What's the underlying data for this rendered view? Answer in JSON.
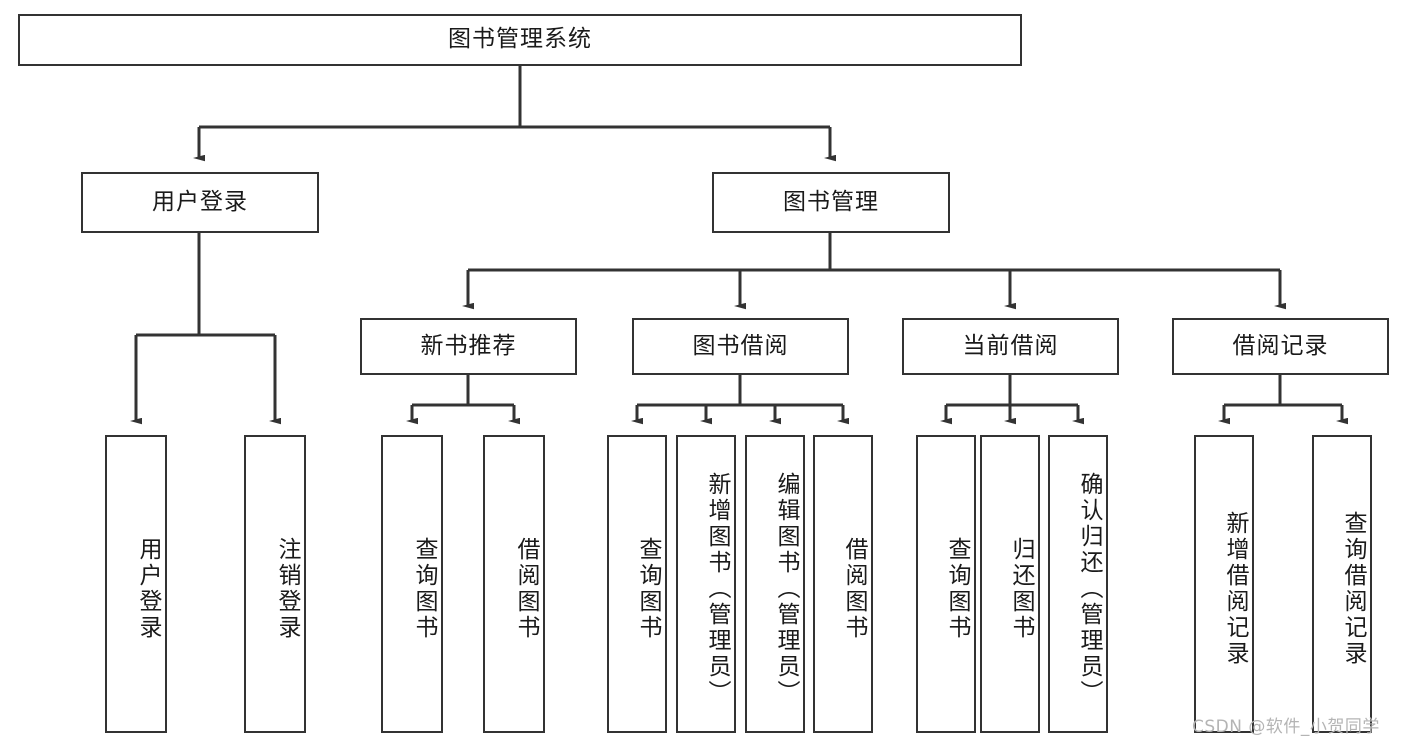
{
  "diagram": {
    "title": "图书管理系统",
    "watermark": "CSDN @软件_小贺同学",
    "root": {
      "label": "图书管理系统"
    },
    "level2": [
      {
        "label": "用户登录"
      },
      {
        "label": "图书管理"
      }
    ],
    "level3": [
      {
        "label": "新书推荐"
      },
      {
        "label": "图书借阅"
      },
      {
        "label": "当前借阅"
      },
      {
        "label": "借阅记录"
      }
    ],
    "leaves": {
      "user_login": [
        {
          "label": "用户登录"
        },
        {
          "label": "注销登录"
        }
      ],
      "new_book_recommend": [
        {
          "label": "查询图书"
        },
        {
          "label": "借阅图书"
        }
      ],
      "book_borrow": [
        {
          "label": "查询图书"
        },
        {
          "label": "新增图书（管理员）"
        },
        {
          "label": "编辑图书（管理员）"
        },
        {
          "label": "借阅图书"
        }
      ],
      "current_borrow": [
        {
          "label": "查询图书"
        },
        {
          "label": "归还图书"
        },
        {
          "label": "确认归还（管理员）"
        }
      ],
      "borrow_record": [
        {
          "label": "新增借阅记录"
        },
        {
          "label": "查询借阅记录"
        }
      ]
    },
    "colors": {
      "stroke": "#333333",
      "background": "#ffffff",
      "text": "#1a1a1a",
      "watermark": "#b4b4b4"
    }
  }
}
